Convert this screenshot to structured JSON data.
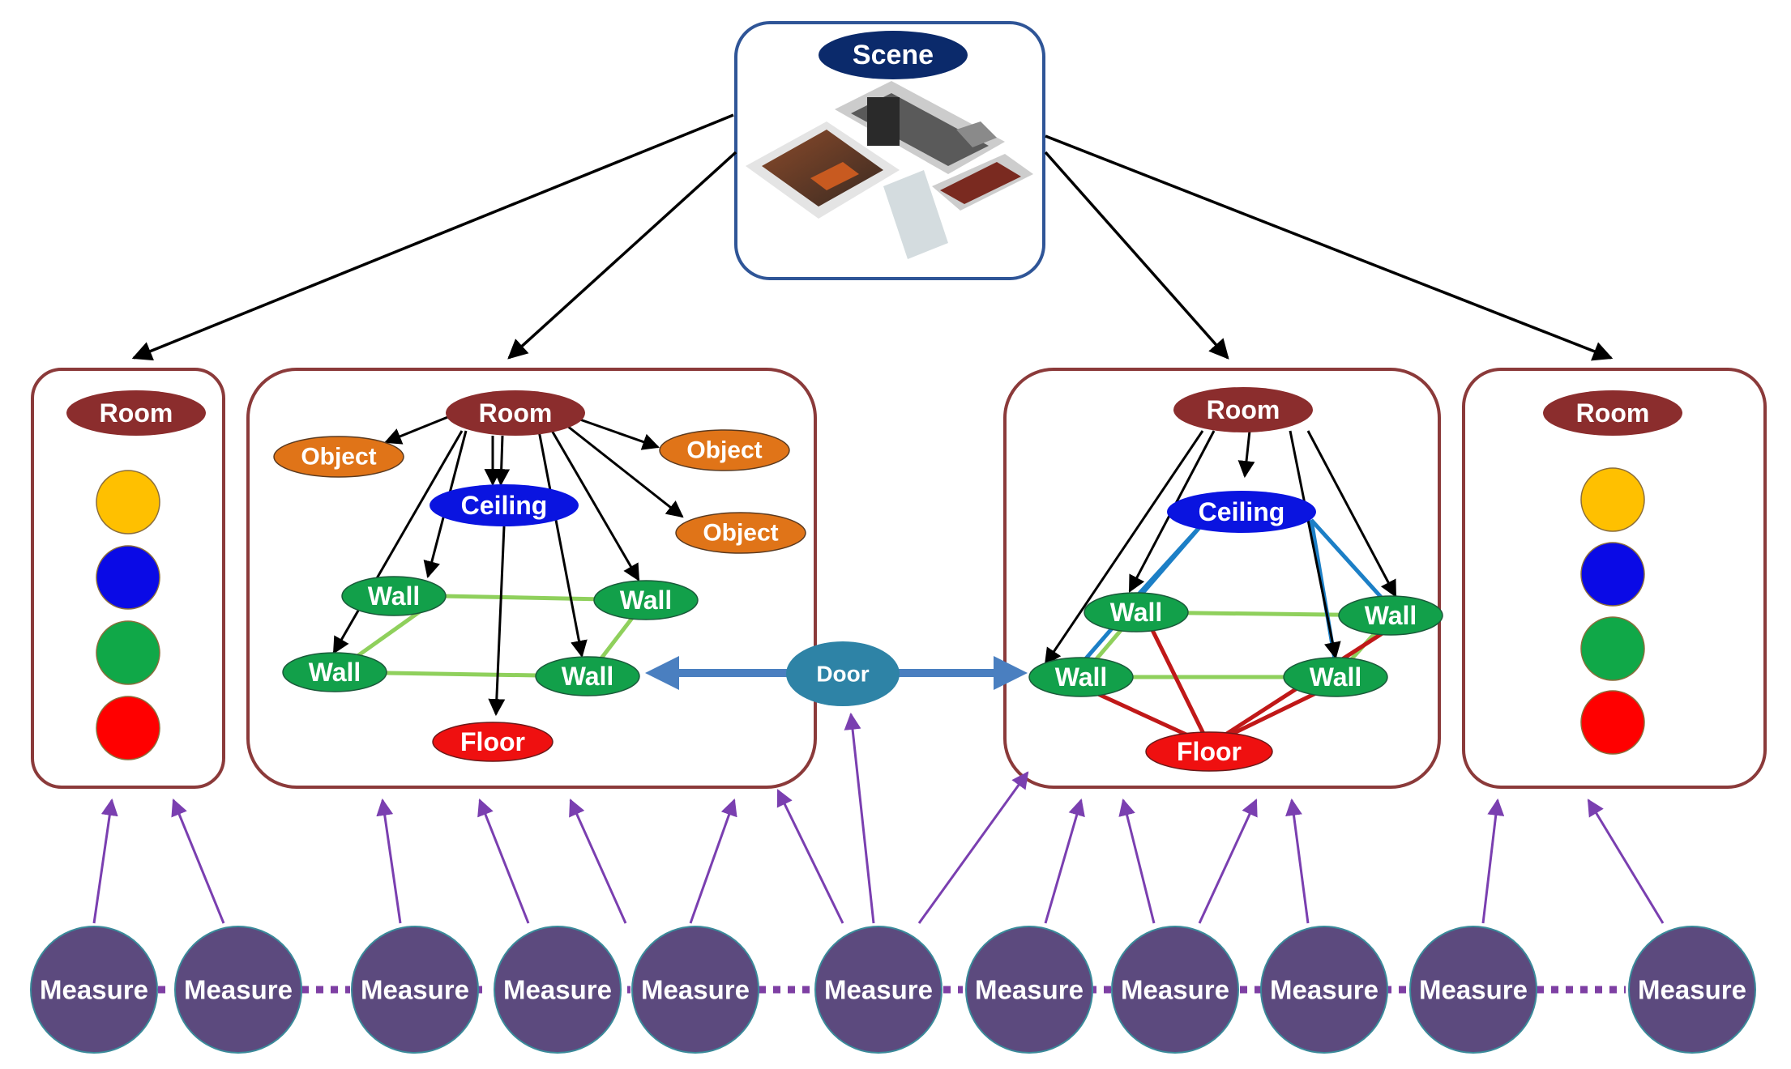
{
  "colors": {
    "scene_node": "#0b2a6b",
    "scene_frame": "#2f5597",
    "room_node": "#8b2d2d",
    "room_frame": "#8b3a3a",
    "object_node": "#e07418",
    "ceiling_node": "#0a14e0",
    "wall_node": "#12a04a",
    "floor_node": "#ef1010",
    "door_node": "#2e83a6",
    "door_arrow": "#4a7fc0",
    "measure_node": "#5c4a7e",
    "measure_chain": "#7e3fa3",
    "measure_edge": "#7a3fb0",
    "wall_link": "#8fd05c",
    "ceiling_link": "#1c7fc6",
    "floor_link": "#c01818",
    "hierarchy_arrow": "#000000",
    "circle_yellow": "#ffc000",
    "circle_blue": "#0a0ae6",
    "circle_green": "#10a848",
    "circle_red": "#ff0000"
  },
  "scene": {
    "label": "Scene",
    "thumbnail": "3d-apartment-render"
  },
  "rooms": [
    {
      "label": "Room",
      "kind": "collapsed",
      "circles": [
        "yellow",
        "blue",
        "green",
        "red"
      ]
    },
    {
      "label": "Room",
      "kind": "expanded",
      "objects": [
        "Object",
        "Object",
        "Object"
      ],
      "ceiling": "Ceiling",
      "walls": [
        "Wall",
        "Wall",
        "Wall",
        "Wall"
      ],
      "floor": "Floor"
    },
    {
      "label": "Room",
      "kind": "expanded",
      "ceiling": "Ceiling",
      "walls": [
        "Wall",
        "Wall",
        "Wall",
        "Wall"
      ],
      "floor": "Floor"
    },
    {
      "label": "Room",
      "kind": "collapsed",
      "circles": [
        "yellow",
        "blue",
        "green",
        "red"
      ]
    }
  ],
  "door": {
    "label": "Door"
  },
  "measures": [
    "Measure",
    "Measure",
    "Measure",
    "Measure",
    "Measure",
    "Measure",
    "Measure",
    "Measure",
    "Measure",
    "Measure",
    "Measure"
  ]
}
